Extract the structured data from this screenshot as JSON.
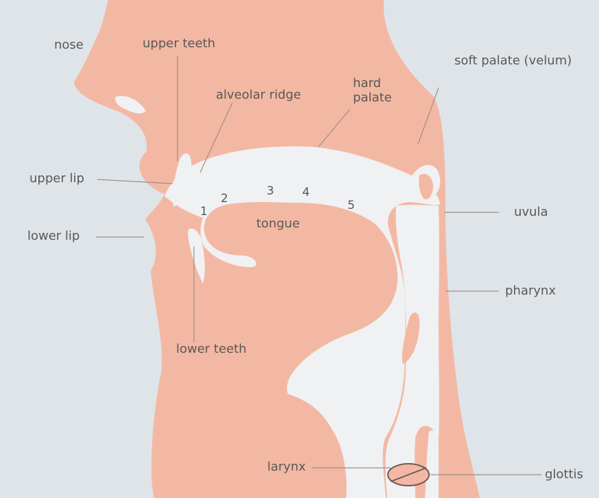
{
  "labels": {
    "nose": "nose",
    "upper_teeth": "upper teeth",
    "alveolar_ridge": "alveolar ridge",
    "hard_palate_line1": "hard",
    "hard_palate_line2": "palate",
    "soft_palate": "soft palate (velum)",
    "upper_lip": "upper lip",
    "lower_lip": "lower lip",
    "tongue": "tongue",
    "uvula": "uvula",
    "pharynx": "pharynx",
    "lower_teeth": "lower teeth",
    "larynx": "larynx",
    "glottis": "glottis"
  },
  "places": [
    "1",
    "2",
    "3",
    "4",
    "5"
  ],
  "colors": {
    "background": "#dfe4e8",
    "tissue": "#f3b8a3",
    "cavity": "#f0f1f3",
    "leader_line": "#9a8f8a",
    "text": "#585858"
  }
}
